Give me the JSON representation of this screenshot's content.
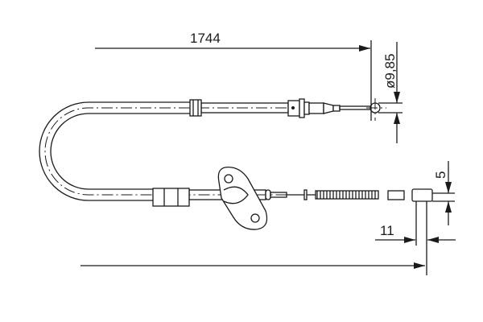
{
  "dimensions": {
    "length": "1744",
    "ball_diameter": "ø9,85",
    "offset": "5",
    "end_length": "11"
  },
  "colors": {
    "line": "#1a1a1a",
    "background": "#ffffff"
  }
}
